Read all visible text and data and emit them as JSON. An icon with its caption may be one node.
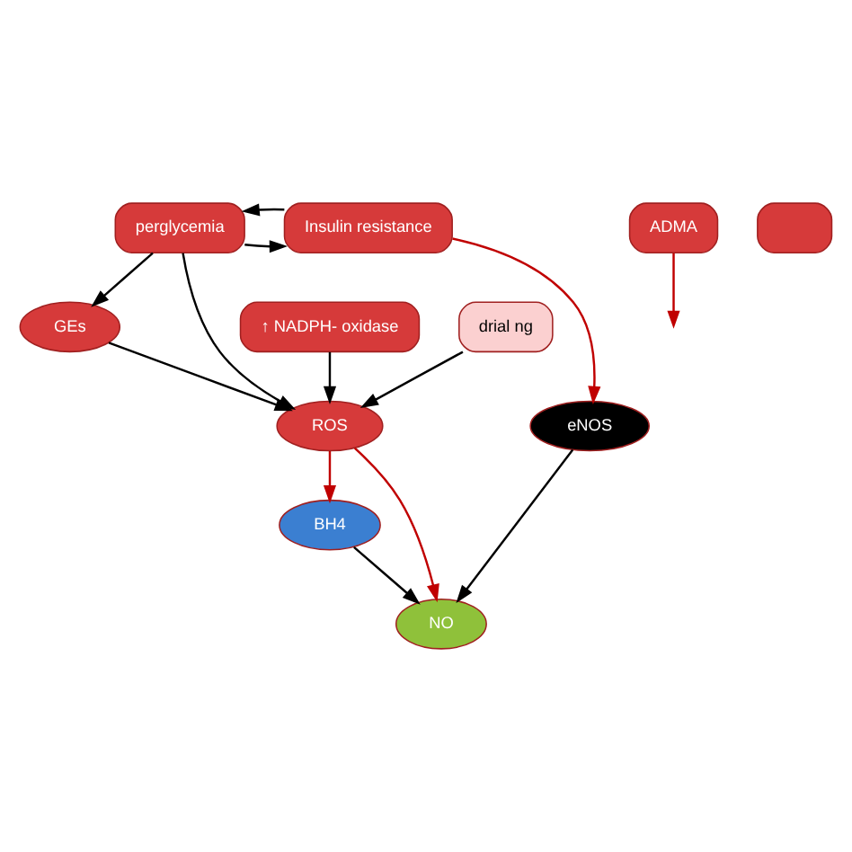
{
  "diagram": {
    "nodes": [
      {
        "text": [
          "perglycemia"
        ]
      },
      {
        "text": [
          "Insulin resistance"
        ]
      },
      {
        "text": [
          "↑ NADPH- oxidase"
        ]
      },
      {
        "text": [
          "GEs"
        ]
      },
      {
        "text": [
          "ROS"
        ]
      },
      {
        "text": [
          "BH4"
        ]
      },
      {
        "text": [
          "eNOS"
        ]
      },
      {
        "text": [
          "drial ng"
        ]
      },
      {
        "text": [
          "NO"
        ]
      },
      {
        "text": [
          "ADMA"
        ]
      },
      {
        "text": [],
        "shape": "box"
      }
    ],
    "edges": [
      {
        "from": 0,
        "to": 1,
        "arrow": "to"
      },
      {
        "from": 1,
        "to": 0,
        "arrow": "to"
      },
      {
        "from": 0,
        "to": 3,
        "arrow": "to"
      },
      {
        "from": 0,
        "to": 4,
        "arrow": "to"
      },
      {
        "from": 2,
        "to": 4,
        "arrow": "to"
      },
      {
        "from": 3,
        "to": 4,
        "arrow": "to"
      },
      {
        "from": 7,
        "to": 4,
        "arrow": "to"
      },
      {
        "from": 4,
        "to": 5,
        "arrow": "to",
        "color": "#c00000"
      },
      {
        "from": 4,
        "to": 8,
        "arrow": "to",
        "color": "#c00000"
      },
      {
        "from": 1,
        "to": 6,
        "arrow": "to",
        "color": "#c00000"
      },
      {
        "from": 5,
        "to": 8,
        "arrow": "to"
      },
      {
        "from": 6,
        "to": 8,
        "arrow": "to"
      },
      {
        "from": 9,
        "to": null,
        "arrow": "to",
        "color": "#c00000"
      }
    ]
  }
}
